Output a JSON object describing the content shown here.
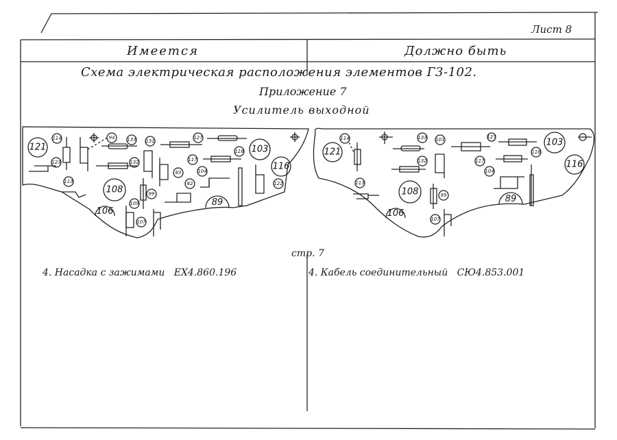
{
  "sheet": {
    "label": "Лист 8"
  },
  "columns": {
    "left": "Имеется",
    "right": "Должно быть"
  },
  "title": {
    "line1": "Схема электрическая расположения элементов Г3-102.",
    "line2": "Приложение 7",
    "line3": "Усилитель выходной"
  },
  "diagram_left": {
    "labels": [
      "121",
      "114",
      "123",
      "113",
      "94",
      "133",
      "132",
      "131",
      "127",
      "118",
      "103",
      "116",
      "117",
      "83",
      "104",
      "82",
      "122",
      "108",
      "99",
      "109",
      "107",
      "106",
      "89"
    ]
  },
  "diagram_right": {
    "labels": [
      "121",
      "114",
      "113",
      "133",
      "101",
      "132",
      "127",
      "118",
      "103",
      "116",
      "117",
      "104",
      "108",
      "99",
      "107",
      "106",
      "89"
    ]
  },
  "page_ref": "стр. 7",
  "items": {
    "left": {
      "text": "4. Насадка с зажимами",
      "code": "ЕХ4.860.196"
    },
    "right": {
      "text": "4. Кабель соединительный",
      "code": "СЮ4.853.001"
    }
  }
}
